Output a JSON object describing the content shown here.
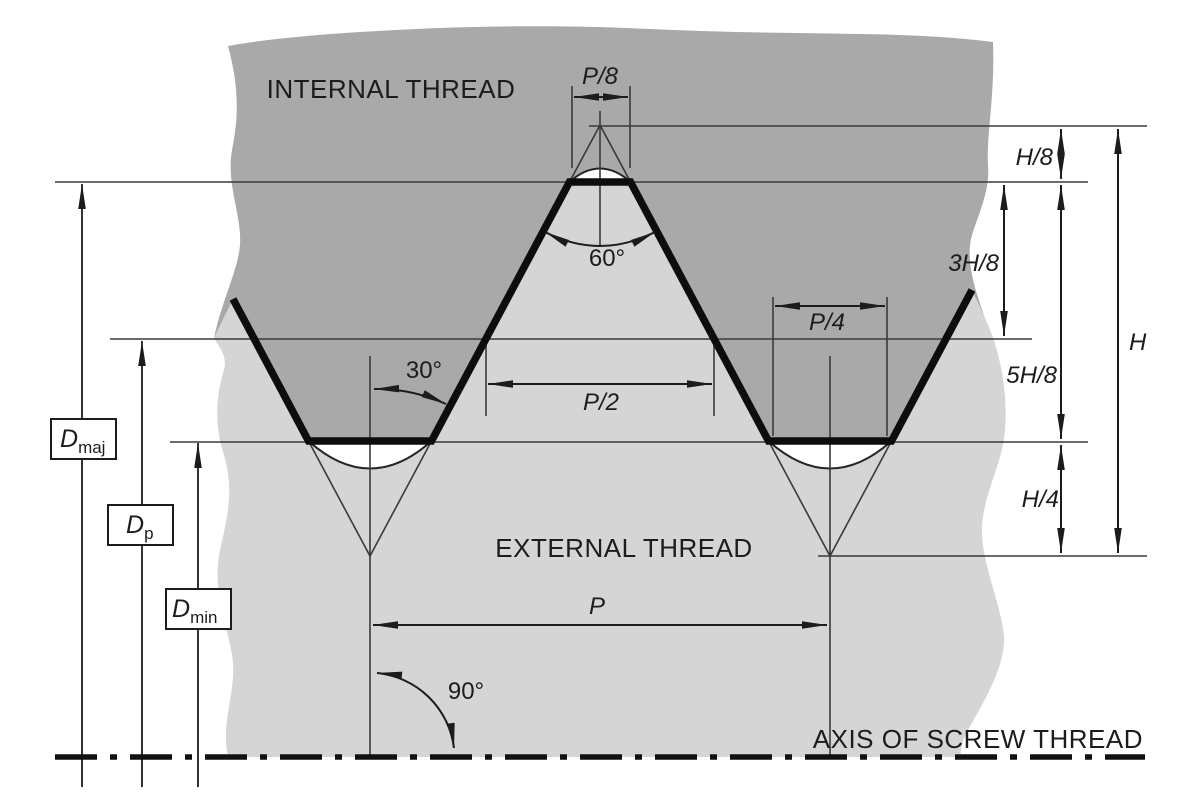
{
  "diagram": {
    "labels": {
      "internal_thread": "INTERNAL THREAD",
      "external_thread": "EXTERNAL THREAD",
      "axis": "AXIS OF SCREW THREAD"
    },
    "dimensions": {
      "p_eighth": "P/8",
      "h_eighth": "H/8",
      "three_h_eighths": "3H/8",
      "h_total": "H",
      "p_quarter": "P/4",
      "five_h_eighths": "5H/8",
      "p_half": "P/2",
      "h_quarter": "H/4",
      "pitch": "P",
      "angle_60": "60°",
      "angle_30": "30°",
      "angle_90": "90°"
    },
    "diameters": {
      "major": {
        "symbol": "D",
        "subscript": "maj"
      },
      "pitch": {
        "symbol": "D",
        "subscript": "p"
      },
      "minor": {
        "symbol": "D",
        "subscript": "min"
      }
    },
    "colors": {
      "internal_fill": "#a9a9a9",
      "external_fill": "#d5d5d5",
      "line": "#1c1c1c",
      "background": "#ffffff"
    }
  }
}
